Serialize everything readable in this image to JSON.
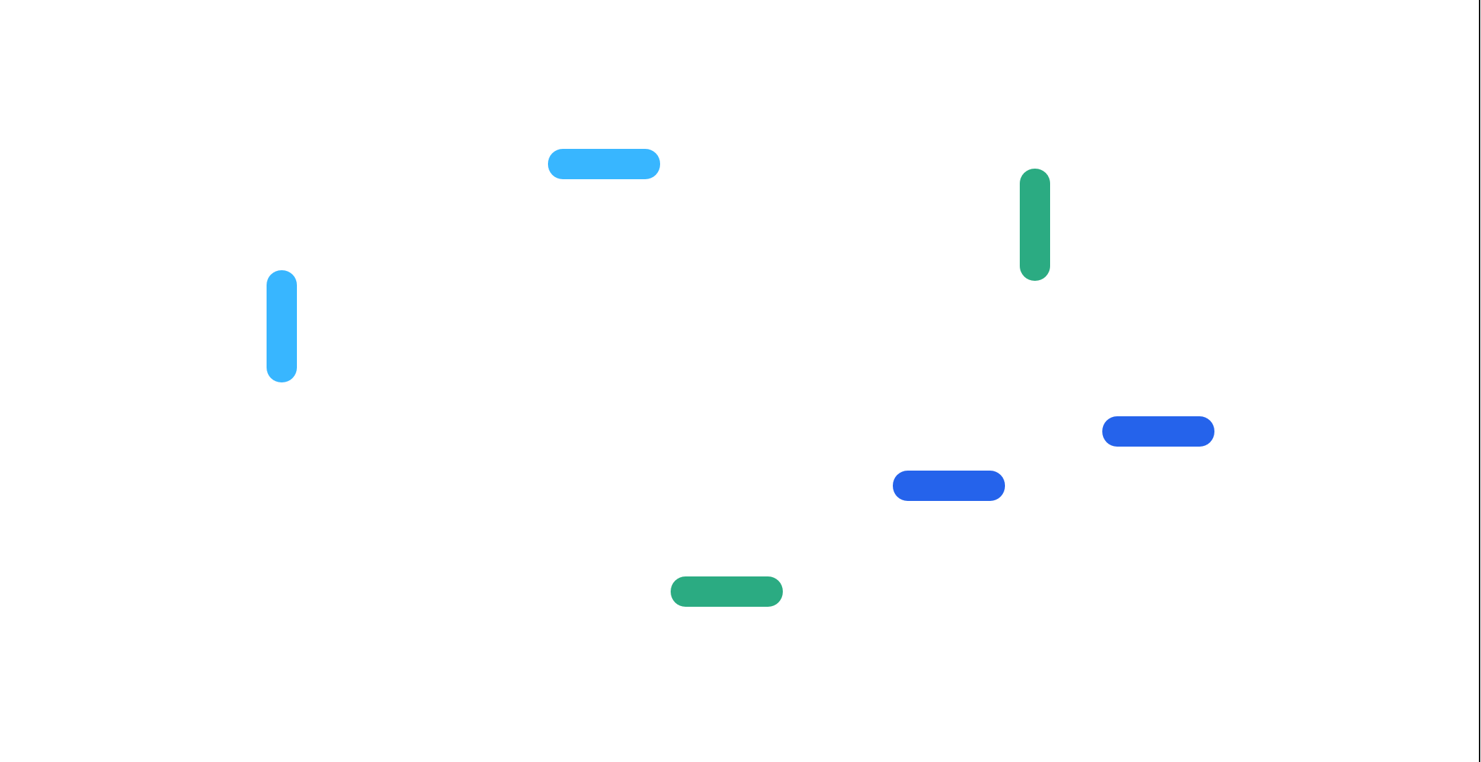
{
  "colors": {
    "background": "#ffffff",
    "sky_blue": "#38b6ff",
    "royal_blue": "#2563eb",
    "green": "#2bab82",
    "edge_line": "#111111"
  },
  "pieces": [
    {
      "id": "p1",
      "color": "#38b6ff",
      "orientation": "horizontal",
      "selected": false
    },
    {
      "id": "p2",
      "color": "#38b6ff",
      "orientation": "vertical",
      "selected": true
    },
    {
      "id": "p3",
      "color": "#2bab82",
      "orientation": "vertical",
      "selected": false
    },
    {
      "id": "p4",
      "color": "#2563eb",
      "orientation": "horizontal",
      "selected": false
    },
    {
      "id": "p5",
      "color": "#2563eb",
      "orientation": "horizontal",
      "selected": false
    },
    {
      "id": "p6",
      "color": "#2bab82",
      "orientation": "horizontal",
      "selected": false
    }
  ]
}
